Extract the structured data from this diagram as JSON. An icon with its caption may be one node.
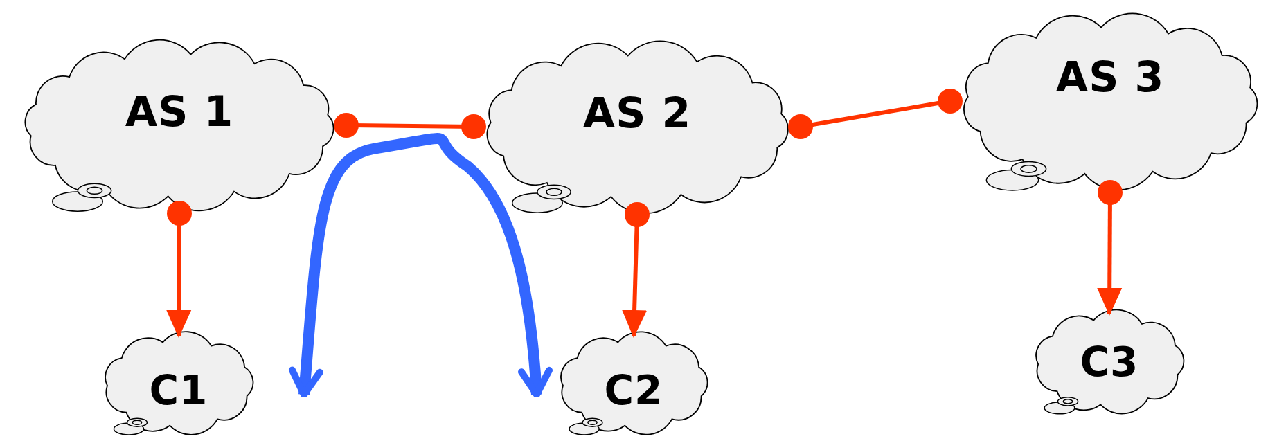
{
  "diagram": {
    "nodes": [
      {
        "text": [
          "AS 1"
        ]
      },
      {
        "text": [
          "AS 2"
        ]
      },
      {
        "text": [
          "AS 3"
        ]
      },
      {
        "text": [
          "C1"
        ]
      },
      {
        "text": [
          "C2"
        ]
      },
      {
        "text": [
          "C3"
        ]
      }
    ],
    "edges": [
      {
        "from": 0,
        "to": 1,
        "arrow": "other"
      },
      {
        "from": 1,
        "to": 2,
        "arrow": "other"
      },
      {
        "from": 0,
        "to": 3,
        "arrow": "to"
      },
      {
        "from": 1,
        "to": 4,
        "arrow": "to"
      },
      {
        "from": 2,
        "to": 5,
        "arrow": "to"
      },
      {
        "from": 3,
        "to": 4,
        "arrow": "both",
        "style": "thick",
        "color": "#3366ff"
      }
    ]
  }
}
